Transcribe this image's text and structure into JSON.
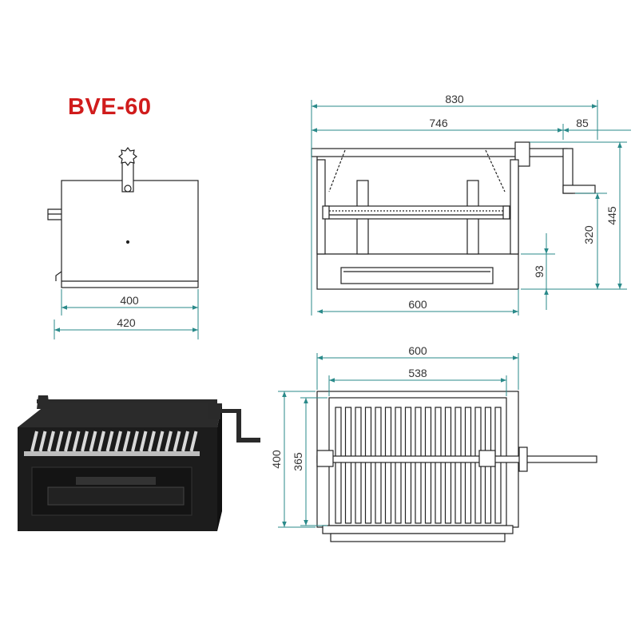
{
  "title": "BVE-60",
  "colors": {
    "title": "#d01c1c",
    "dimension_line": "#2a8a8a",
    "outline": "#222222",
    "body_dark": "#1c1c1c",
    "grill_steel": "#c8c8c8"
  },
  "dimensions": {
    "side_inner_width": "400",
    "side_outer_width": "420",
    "front_total_width": "830",
    "front_body_width": "746",
    "front_crank_width": "85",
    "front_base_width": "600",
    "front_total_height": "445",
    "front_mid_height": "320",
    "front_drawer_height": "93",
    "top_outer_width": "600",
    "top_inner_width": "538",
    "top_outer_depth": "400",
    "top_inner_depth": "365"
  }
}
